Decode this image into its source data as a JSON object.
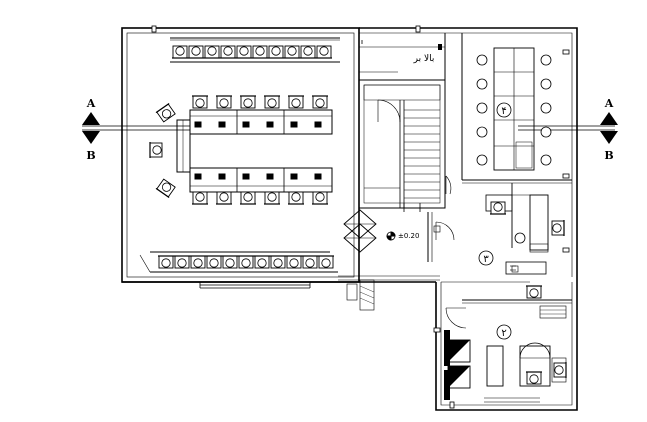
{
  "plan": {
    "section_marks": {
      "left_top": "A",
      "left_bottom": "B",
      "right_top": "A",
      "right_bottom": "B"
    },
    "labels": {
      "stair_label": "بالا بر",
      "level": "±0.20"
    },
    "room_numbers": {
      "meeting": "۴",
      "office": "۳",
      "manager": "۲"
    }
  }
}
